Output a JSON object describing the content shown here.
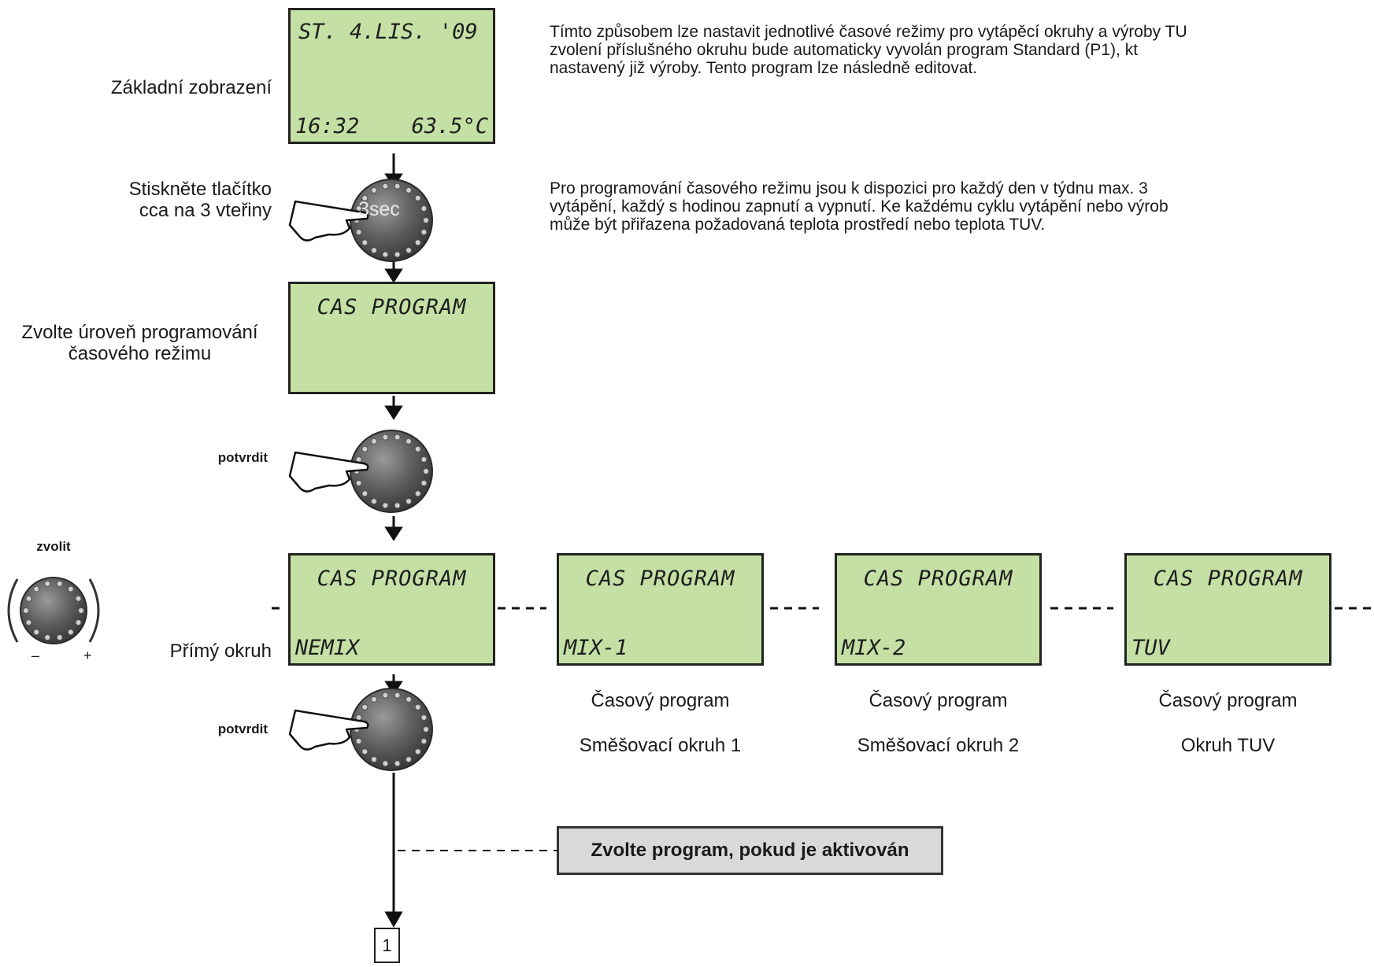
{
  "intro": {
    "para1": [
      "Tímto způsobem lze nastavit jednotlivé časové režimy pro vytápěcí okruhy a výroby TU",
      "zvolení příslušného okruhu bude automaticky vyvolán program Standard (P1), kt",
      "nastavený již výroby. Tento program lze následně editovat."
    ],
    "para2": [
      "Pro programování časového režimu jsou k dispozici pro každý den v týdnu max. 3",
      "vytápění, každý s hodinou zapnutí a vypnutí. Ke každému cyklu vytápění nebo výrob",
      "může být přiřazena požadovaná teplota prostředí nebo teplota TUV."
    ]
  },
  "labels": {
    "basic_display": "Základní zobrazení",
    "press_line1": "Stiskněte tlačítko",
    "press_line2": "cca na 3 vteřiny",
    "select_level_line1": "Zvolte úroveň programování",
    "select_level_line2": "časového režimu",
    "confirm1": "potvrdit",
    "choose": "zvolit",
    "direct_circuit": "Přímý okruh",
    "confirm2": "potvrdit",
    "knob_3sec": "3sec",
    "minus": "–",
    "plus": "+"
  },
  "lcd_main": {
    "date": "ST.  4.LIS. '09",
    "time": "16:32",
    "temp": "63.5°C"
  },
  "lcd_program": {
    "title": "CAS PROGRAM"
  },
  "circuits": [
    {
      "title": "CAS PROGRAM",
      "code": "NEMIX"
    },
    {
      "title": "CAS PROGRAM",
      "code": "MIX-1",
      "caption1": "Časový program",
      "caption2": "Směšovací okruh 1"
    },
    {
      "title": "CAS PROGRAM",
      "code": "MIX-2",
      "caption1": "Časový program",
      "caption2": "Směšovací okruh 2"
    },
    {
      "title": "CAS PROGRAM",
      "code": "TUV",
      "caption1": "Časový program",
      "caption2": "Okruh TUV"
    }
  ],
  "select_program": "Zvolte program, pokud je aktivován",
  "continue_marker": "1",
  "colors": {
    "lcd_bg": "#c5e0a5",
    "box_bg": "#d9d9d9"
  }
}
